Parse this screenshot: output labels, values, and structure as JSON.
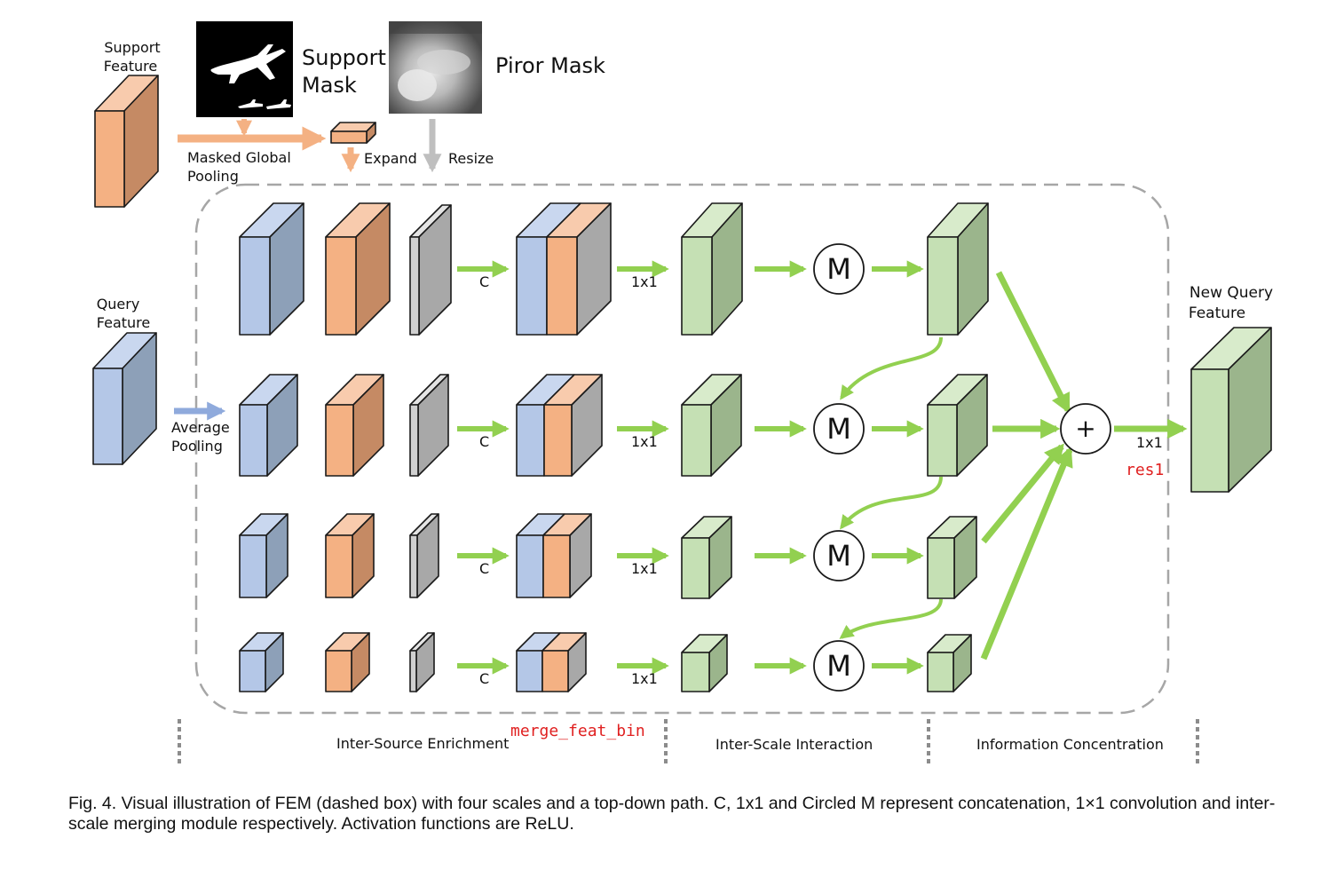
{
  "colors": {
    "blue_front": "#b4c7e7",
    "blue_side": "#8da0b8",
    "blue_top": "#c9d7ef",
    "orange_front": "#f4b183",
    "orange_side": "#c58a64",
    "orange_top": "#f8cbad",
    "gray_front": "#d0d0d0",
    "gray_side": "#a8a8a8",
    "gray_top": "#e4e4e4",
    "green_front": "#c5e0b4",
    "green_side": "#9bb58c",
    "green_top": "#d8ebcb",
    "green_arrow": "#92d050",
    "orange_arrow": "#f4b183",
    "blue_arrow": "#8faadc",
    "gray_arrow": "#bfbfbf",
    "dash": "#a6a6a6"
  },
  "labels": {
    "support_feature": [
      "Support",
      "Feature"
    ],
    "support_mask": [
      "Support",
      "Mask"
    ],
    "prior_mask": "Piror Mask",
    "masked_global_pooling": [
      "Masked Global",
      "Pooling"
    ],
    "expand": "Expand",
    "resize": "Resize",
    "query_feature": [
      "Query",
      "Feature"
    ],
    "average_pooling": [
      "Average",
      "Pooling"
    ],
    "new_query_feature": [
      "New Query",
      "Feature"
    ],
    "concat": "C",
    "conv1x1": "1x1",
    "merge": "M",
    "plus": "+",
    "final_conv": "1x1",
    "res1": "res1",
    "merge_feat_bin": "merge_feat_bin",
    "section_inter_source": "Inter-Source Enrichment",
    "section_inter_scale": "Inter-Scale Interaction",
    "section_info": "Information Concentration"
  },
  "icons": {
    "support_mask_image": "airplane-silhouette-mask",
    "prior_mask_image": "blurry-grayscale-mask"
  },
  "caption": "Fig. 4. Visual illustration of FEM (dashed box) with four scales and a top-down path. C, 1x1 and Circled M represent concatenation, 1×1 convolution and inter-scale merging module respectively. Activation functions are ReLU."
}
